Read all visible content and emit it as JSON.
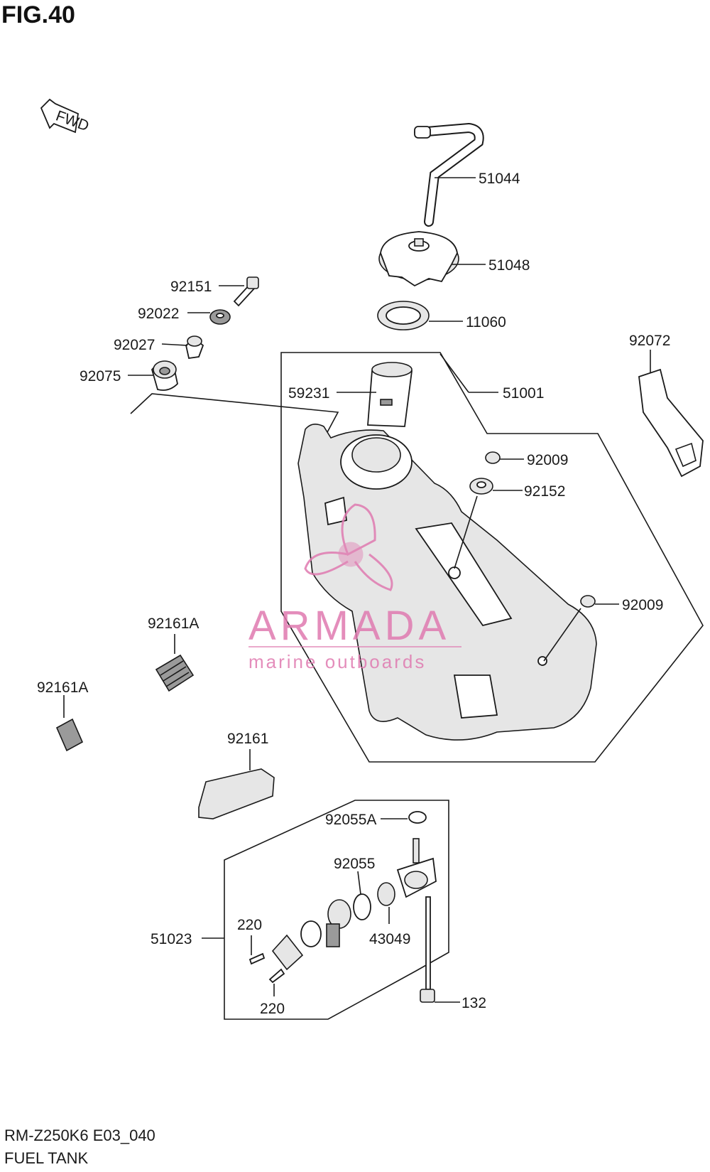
{
  "figure": {
    "title": "FIG.40"
  },
  "fwd_label": "FWD",
  "parts": {
    "p51044": "51044",
    "p51048": "51048",
    "p11060": "11060",
    "p51001": "51001",
    "p59231": "59231",
    "p92151": "92151",
    "p92022": "92022",
    "p92027": "92027",
    "p92075": "92075",
    "p92072": "92072",
    "p92009a": "92009",
    "p92152": "92152",
    "p92009b": "92009",
    "p92161A_1": "92161A",
    "p92161A_2": "92161A",
    "p92161": "92161",
    "p92055A": "92055A",
    "p92055": "92055",
    "p43049": "43049",
    "p51023": "51023",
    "p220a": "220",
    "p220b": "220",
    "p132": "132"
  },
  "watermark": {
    "name": "ARMADA",
    "tagline": "marine outboards",
    "color": "#e07ab0"
  },
  "footer": {
    "code": "RM-Z250K6 E03_040",
    "name": "FUEL TANK"
  }
}
